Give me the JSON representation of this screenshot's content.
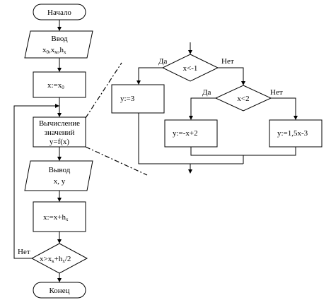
{
  "main": {
    "start": "Начало",
    "input": {
      "label": "Ввод",
      "vars": [
        "x",
        "0",
        ",x",
        "м",
        ",h",
        "x"
      ]
    },
    "init": {
      "lhs": "x:=x",
      "sub": "0"
    },
    "compute": [
      "Вычисление",
      "значений",
      "y=f(x)"
    ],
    "output": [
      "Вывод",
      "x, y"
    ],
    "increment": {
      "lhs": "x:=x+h",
      "sub": "x"
    },
    "condition": {
      "parts": [
        "x>x",
        "к",
        "+h",
        "x",
        "/2"
      ]
    },
    "no_label": "Нет",
    "end": "Конец"
  },
  "detail": {
    "cond1": {
      "text": "x<-1",
      "yes": "Да",
      "no": "Нет"
    },
    "assign1": "y:=3",
    "cond2": {
      "text": "x<2",
      "yes": "Да",
      "no": "Нет"
    },
    "assign2": "y:=-x+2",
    "assign3": "y:=1,5x-3"
  }
}
